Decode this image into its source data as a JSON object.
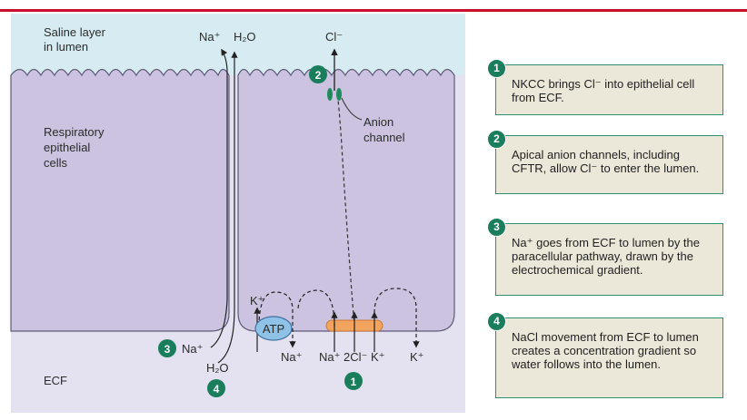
{
  "colors": {
    "lumen": "#d7ecf2",
    "ecf": "#e4e1f0",
    "cell": "#cbc3df",
    "cell_border": "#5f5a78",
    "accent_rule": "#c8102e",
    "badge": "#1a7e5c",
    "box_fill": "#ece8d9",
    "box_border": "#2f8f6e",
    "cotransporter": "#f2a35e",
    "atp_pump": "#8ec2e6"
  },
  "diagram": {
    "lumen_label_1": "Saline layer",
    "lumen_label_2": "in lumen",
    "cell_label_1": "Respiratory",
    "cell_label_2": "epithelial",
    "cell_label_3": "cells",
    "ecf_label": "ECF",
    "top_na": "Na⁺",
    "top_h2o": "H₂O",
    "top_cl": "Cl⁻",
    "anion_label_1": "Anion",
    "anion_label_2": "channel",
    "atp": "ATP",
    "pump_k": "K⁺",
    "pump_na": "Na⁺",
    "nkcc_na": "Na⁺",
    "nkcc_cl": "2Cl⁻",
    "nkcc_k": "K⁺",
    "k_channel": "K⁺",
    "para_na": "Na⁺",
    "para_h2o": "H₂O",
    "badge_1": "1",
    "badge_2": "2",
    "badge_3": "3",
    "badge_4": "4"
  },
  "steps": [
    {
      "num": "1",
      "text": "NKCC brings Cl⁻ into epithelial cell from ECF."
    },
    {
      "num": "2",
      "text": "Apical anion channels, including CFTR, allow Cl⁻ to enter the lumen."
    },
    {
      "num": "3",
      "text": "Na⁺ goes from ECF to lumen by the paracellular pathway, drawn by the electrochemical gradient."
    },
    {
      "num": "4",
      "text": "NaCl movement from ECF to lumen creates a concentration gradient so water follows into the lumen."
    }
  ]
}
